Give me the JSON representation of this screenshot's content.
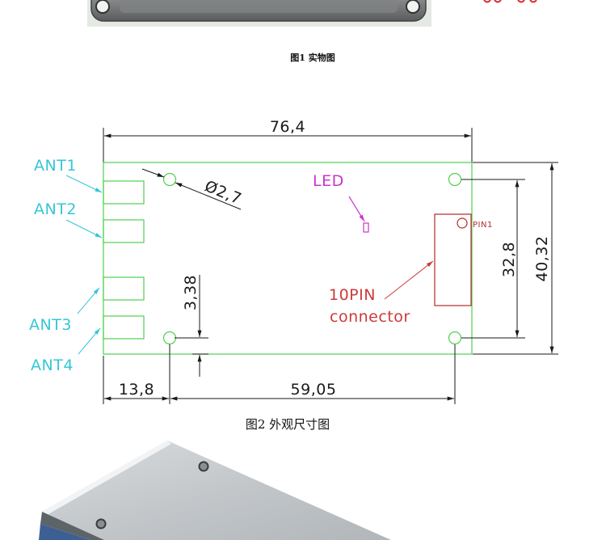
{
  "figure1": {
    "caption": "图1   实物图"
  },
  "figure2": {
    "caption": "图2  外观尺寸图"
  },
  "dimension_drawing": {
    "overall_length": "76,4",
    "overall_width": "40,32",
    "hole_spacing_vertical": "32,8",
    "hole_spacing_horizontal": "59,05",
    "hole_offset_left": "13,8",
    "hole_offset_bottom": "3,38",
    "hole_diameter": "Ø2,7",
    "antenna_labels": [
      "ANT1",
      "ANT2",
      "ANT3",
      "ANT4"
    ],
    "led_label": "LED",
    "pin1_label": "PIN1",
    "connector_label_line1": "10PIN",
    "connector_label_line2": "connector"
  },
  "colors": {
    "board": "#4fcf4f",
    "ant": "#35c6d6",
    "led": "#cc33cc",
    "conn": "#b52a2a",
    "conn-text": "#cc3a3a",
    "dim": "#1a1a1a"
  }
}
